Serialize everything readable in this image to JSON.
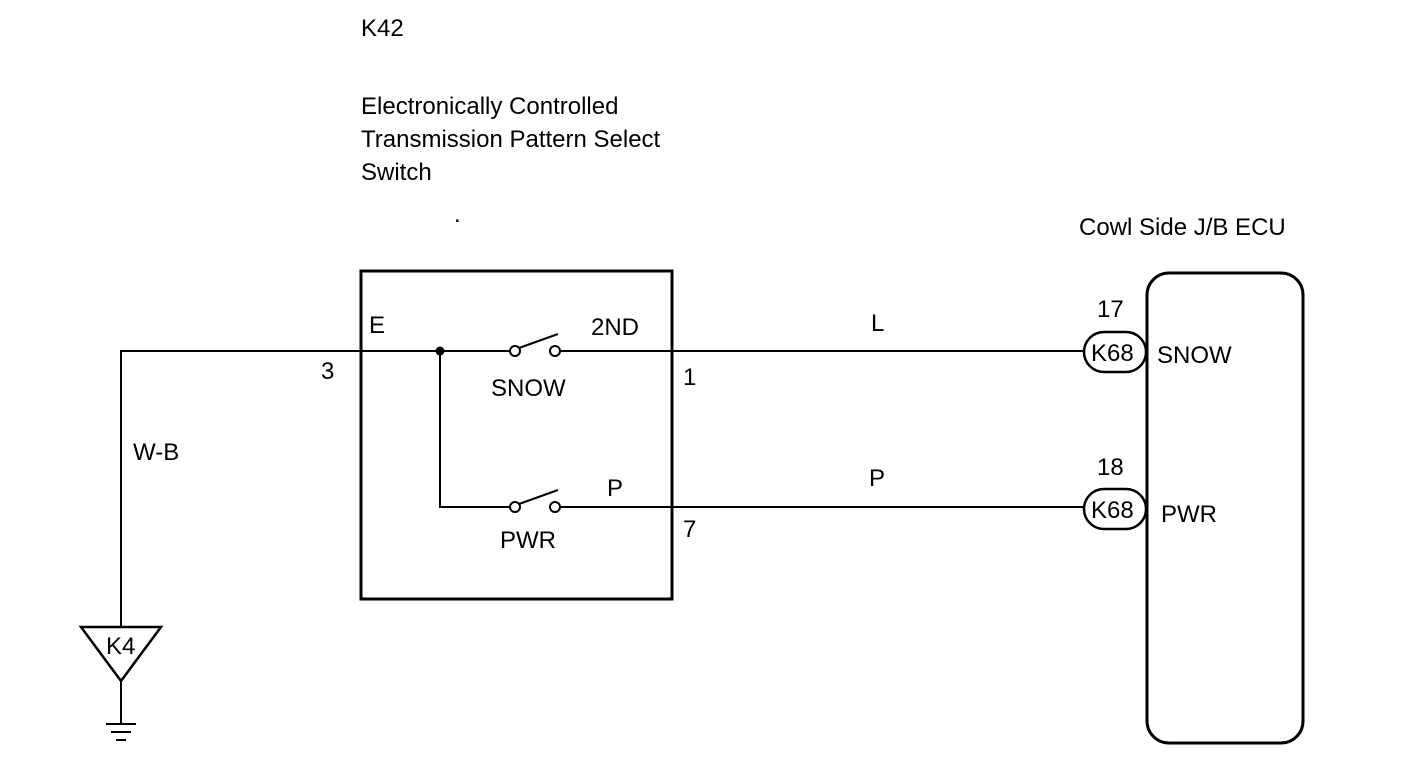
{
  "component": {
    "code": "K42",
    "name_lines": [
      "Electronically Controlled",
      "Transmission Pattern Select",
      "Switch"
    ],
    "dot": ".",
    "terminal_e_label": "E",
    "terminal_2nd_label": "2ND",
    "terminal_p_label": "P",
    "pin_left": "3",
    "pin_snow": "1",
    "pin_pwr": "7",
    "switch_snow_label": "SNOW",
    "switch_pwr_label": "PWR"
  },
  "ecu": {
    "name": "Cowl Side J/B ECU",
    "snow_label": "SNOW",
    "pwr_label": "PWR",
    "connector_snow": "K68",
    "connector_pwr": "K68",
    "pin_snow": "17",
    "pin_pwr": "18"
  },
  "wires": {
    "ground_color": "W-B",
    "snow_color": "L",
    "pwr_color": "P"
  },
  "ground": {
    "point": "K4"
  }
}
